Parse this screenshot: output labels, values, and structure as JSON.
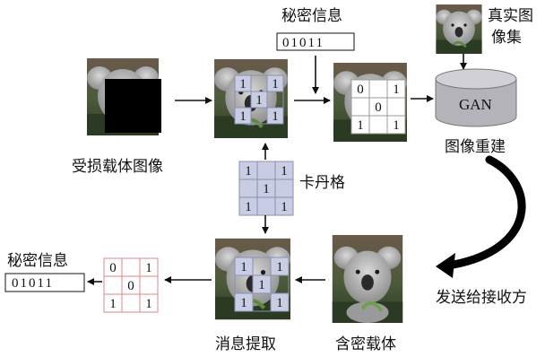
{
  "labels": {
    "secret_info_top": "秘密信息",
    "secret_bits_top": "01011",
    "real_image_line1": "真实图",
    "real_image_line2": "像集",
    "gan": "GAN",
    "image_reconstruction": "图像重建",
    "damaged_carrier": "受损载体图像",
    "cardan_grille": "卡丹格",
    "send_to_receiver": "发送给接收方",
    "stego_carrier": "含密载体",
    "message_extraction": "消息提取",
    "secret_info_bottom": "秘密信息",
    "secret_bits_bottom": "01011"
  },
  "grids": {
    "grille_digits": [
      "1",
      "",
      "1",
      "",
      "1",
      "",
      "1",
      "",
      "1"
    ],
    "message_digits": [
      "0",
      "",
      "1",
      "",
      "0",
      "",
      "1",
      "",
      "1"
    ]
  },
  "colors": {
    "grille_fill": "#c9cde3",
    "cell_stroke": "#8a8fb0",
    "message_stroke": "#d88a8a",
    "arrow": "#111111"
  }
}
